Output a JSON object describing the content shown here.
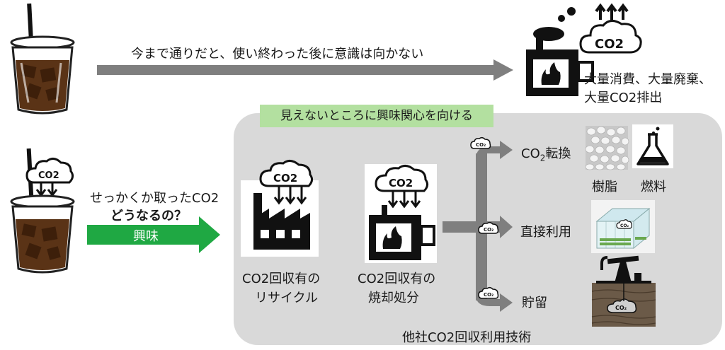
{
  "top_flow": {
    "arrow_label": "今まで通りだと、使い終わった後に意識は向かない",
    "result_lines": [
      "大量消費、大量廃棄、",
      "大量CO2排出"
    ]
  },
  "co2_cloud_label": "CO2",
  "co2_small_label": "CO₂",
  "interest_flow": {
    "question_line1": "せっかくか取ったCO2",
    "question_line2": "どうなるの？",
    "arrow_label": "興味"
  },
  "banner": "見えないところに興味関心を向ける",
  "methods": {
    "recycle": [
      "CO2回収有の",
      "リサイクル"
    ],
    "incinerate": [
      "CO2回収有の",
      "焼却処分"
    ]
  },
  "branches": {
    "conversion": {
      "prefix": "CO",
      "subscript": "2",
      "suffix": "転換"
    },
    "direct_use": "直接利用",
    "storage": "貯留"
  },
  "products": {
    "resin": "樹脂",
    "fuel": "燃料"
  },
  "panel_title": "他社CO2回収利用技術",
  "colors": {
    "gray_arrow": "#7f7f7f",
    "green_arrow": "#1fa843",
    "banner": "#b3e0a0",
    "panel": "#d9d9d9"
  }
}
